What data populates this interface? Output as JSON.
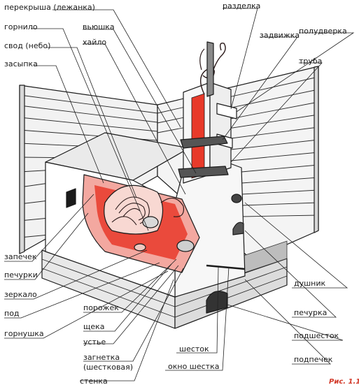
{
  "labels": {
    "perekrysha": "перекрыша (лежанка)",
    "gornilo": "горнило",
    "svod": "свод (небо)",
    "zasypka": "засыпка",
    "vyushka": "вьюшка",
    "khailo": "хайло",
    "razdelka": "разделка",
    "zadvizhka": "задвижка",
    "poludverka": "полудверка",
    "truba": "труба",
    "zapechek": "запечек",
    "pechurki": "печурки",
    "zerkalo": "зеркало",
    "pod": "под",
    "gornushka": "горнушка",
    "porozhek": "порожек",
    "scheka": "щека",
    "ustye": "устье",
    "zagnetka_1": "загнетка",
    "zagnetka_2": "(шестковая)",
    "cut_bottom": "стенка",
    "shestok": "шесток",
    "okno_shestka": "окно шестка",
    "dushnik": "душник",
    "pechurka": "печурка",
    "podshestok": "подшесток",
    "podpechek": "подпечек"
  },
  "figure_caption": "Рис. 1.1",
  "colors": {
    "fire": "#e83a2a",
    "inner_red": "#f3a8a0",
    "pale_pink": "#f8d8d2",
    "wood": "#f1f1f1",
    "brick_white": "#ffffff",
    "ink": "#1b1b1b"
  }
}
